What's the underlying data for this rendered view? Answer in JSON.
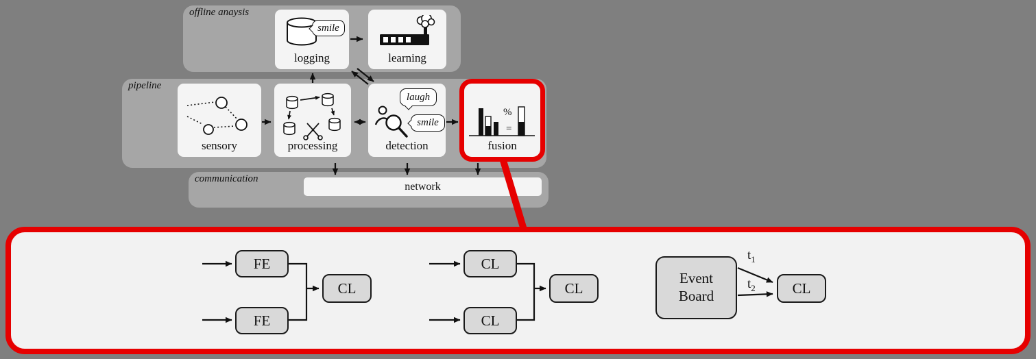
{
  "colors": {
    "background": "#7f7f7f",
    "group_fill": "#a6a6a6",
    "node_fill": "#f4f4f4",
    "callout_fill": "#f2f2f2",
    "block_fill": "#d9d9d9",
    "highlight_red": "#e60000",
    "ink": "#111111"
  },
  "groups": {
    "offline": {
      "label": "offline anaysis"
    },
    "pipeline": {
      "label": "pipeline"
    },
    "communication": {
      "label": "communication"
    }
  },
  "nodes": {
    "logging": {
      "label": "logging",
      "tag": "smile"
    },
    "learning": {
      "label": "learning"
    },
    "sensory": {
      "label": "sensory"
    },
    "processing": {
      "label": "processing"
    },
    "detection": {
      "label": "detection",
      "bubble_top": "laugh",
      "bubble_right": "smile"
    },
    "fusion": {
      "label": "fusion",
      "percent_sign": "%",
      "equals_sign": "="
    },
    "network": {
      "label": "network"
    }
  },
  "callout": {
    "feature_fusion": {
      "input_top": "FE",
      "input_bottom": "FE",
      "output": "CL"
    },
    "decision_fusion": {
      "input_top": "CL",
      "input_bottom": "CL",
      "output": "CL"
    },
    "event_fusion": {
      "board_line1": "Event",
      "board_line2": "Board",
      "t1_base": "t",
      "t1_sub": "1",
      "t2_base": "t",
      "t2_sub": "2",
      "output": "CL"
    }
  }
}
